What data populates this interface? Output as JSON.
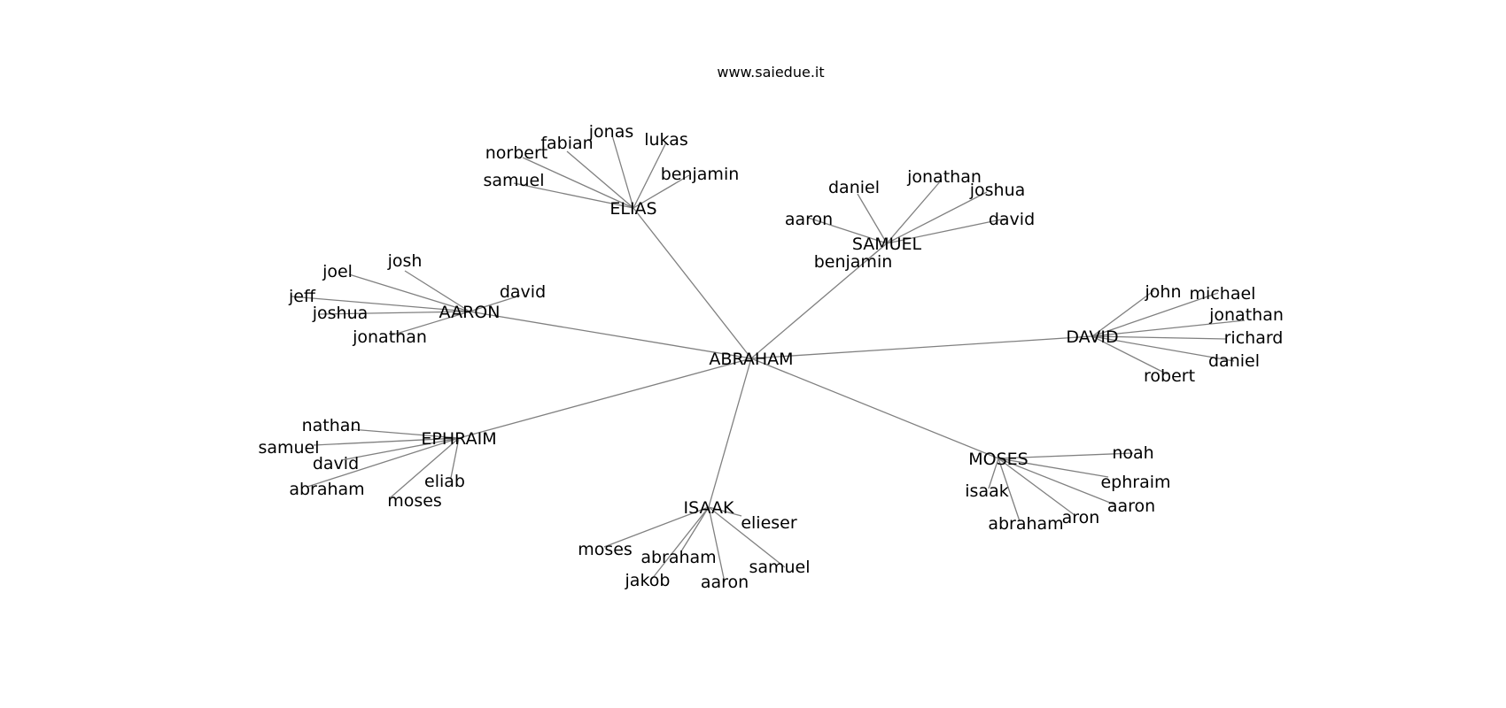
{
  "title": "www.saiedue.it",
  "colors": {
    "edge": "#808080",
    "text": "#000000",
    "background": "#ffffff"
  },
  "root": "ABRAHAM",
  "groups": [
    {
      "label": "ELIAS",
      "children": [
        "lukas",
        "jonas",
        "fabian",
        "norbert",
        "samuel",
        "benjamin"
      ]
    },
    {
      "label": "SAMUEL",
      "children": [
        "daniel",
        "jonathan",
        "joshua",
        "david",
        "aaron",
        "benjamin"
      ]
    },
    {
      "label": "AARON",
      "children": [
        "josh",
        "joel",
        "jeff",
        "joshua",
        "jonathan",
        "david"
      ]
    },
    {
      "label": "DAVID",
      "children": [
        "john",
        "michael",
        "jonathan",
        "richard",
        "daniel",
        "robert"
      ]
    },
    {
      "label": "EPHRAIM",
      "children": [
        "nathan",
        "samuel",
        "david",
        "abraham",
        "moses",
        "eliab"
      ]
    },
    {
      "label": "MOSES",
      "children": [
        "noah",
        "ephraim",
        "aaron",
        "aron",
        "abraham",
        "isaak"
      ]
    },
    {
      "label": "ISAAK",
      "children": [
        "elieser",
        "samuel",
        "aaron",
        "jakob",
        "abraham",
        "moses"
      ]
    }
  ]
}
